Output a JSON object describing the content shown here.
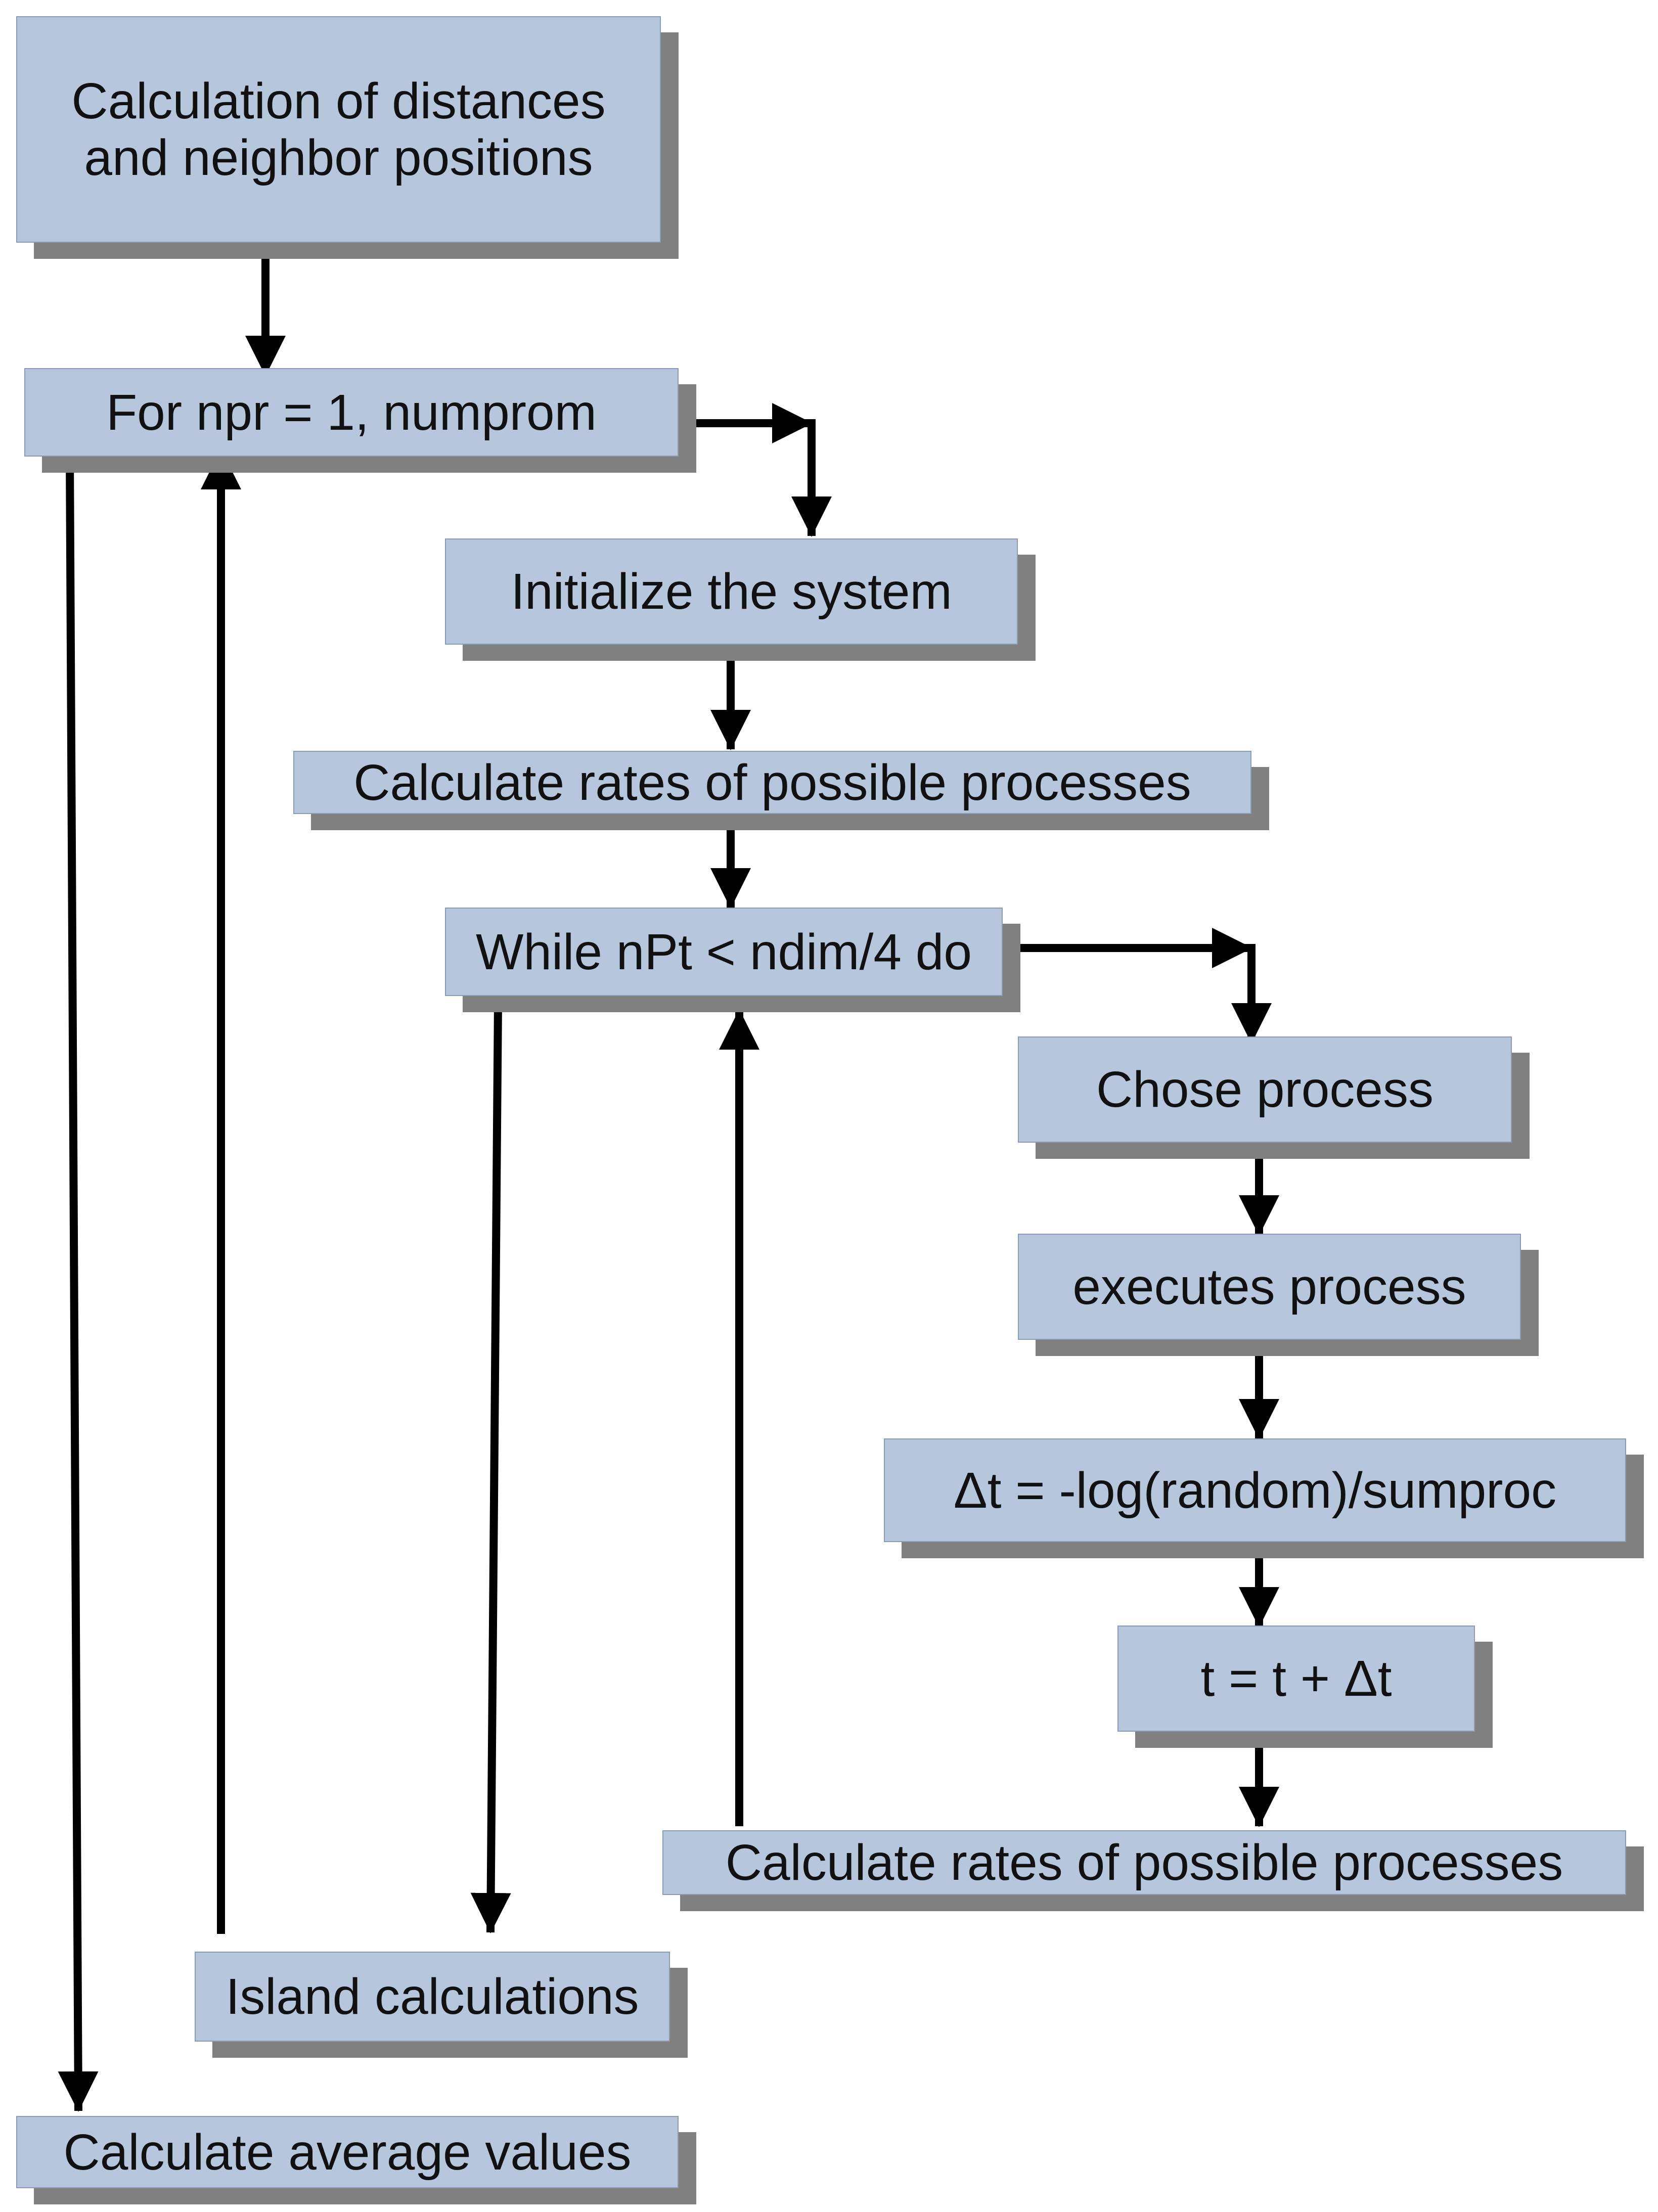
{
  "colors": {
    "box_fill": "#b6c7dd",
    "box_border": "#8a9bb5",
    "shadow": "#808080",
    "arrow": "#000000"
  },
  "boxes": {
    "calc_distances": "Calculation of distances\nand neighbor positions",
    "for_loop": "For npr = 1, numprom",
    "initialize": "Initialize the system",
    "calc_rates_1": "Calculate rates of possible processes",
    "while_loop": "While nPt < ndim/4 do",
    "chose_process": "Chose process",
    "executes_process": "executes process",
    "delta_t": "Δt = -log(random)/sumproc",
    "t_update": "t = t + Δt",
    "calc_rates_2": "Calculate rates of possible processes",
    "island": "Island calculations",
    "average": "Calculate average values"
  }
}
